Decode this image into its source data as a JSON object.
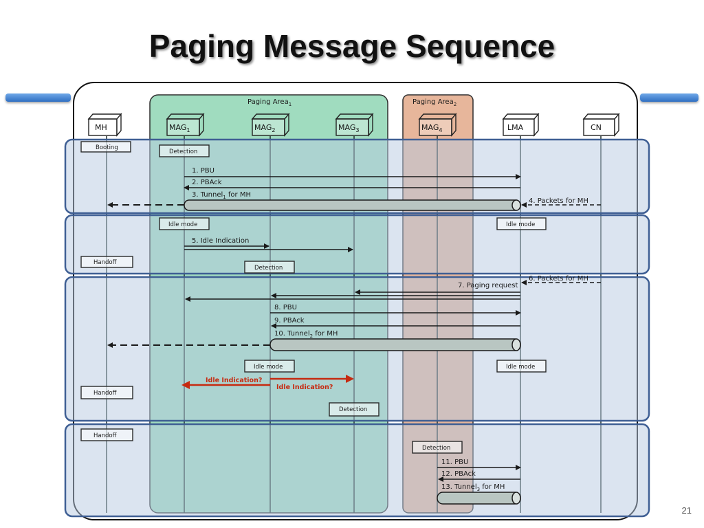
{
  "slide": {
    "title": "Paging Message Sequence",
    "page_number": "21"
  },
  "areas": {
    "paging_area_1": "Paging Area",
    "paging_area_1_sub": "1",
    "paging_area_2": "Paging Area",
    "paging_area_2_sub": "2"
  },
  "nodes": {
    "mh": "MH",
    "mag1": "MAG",
    "mag1_sub": "1",
    "mag2": "MAG",
    "mag2_sub": "2",
    "mag3": "MAG",
    "mag3_sub": "3",
    "mag4": "MAG",
    "mag4_sub": "4",
    "lma": "LMA",
    "cn": "CN"
  },
  "states": {
    "booting": "Booting",
    "detection": "Detection",
    "idle_mode": "Idle mode",
    "handoff": "Handoff"
  },
  "messages": {
    "m1": "1. PBU",
    "m2": "2. PBAck",
    "m3a": "3. Tunnel",
    "m3_sub": "1",
    "m3b": " for MH",
    "m4": "4. Packets for MH",
    "m5": "5. Idle Indication",
    "m6": "6. Packets for MH",
    "m7": "7. Paging request",
    "m8": "8. PBU",
    "m9": "9. PBAck",
    "m10a": "10. Tunnel",
    "m10_sub": "2",
    "m10b": " for MH",
    "idle_q1": "Idle Indication?",
    "idle_q2": "Idle Indication?",
    "m11": "11. PBU",
    "m12": "12. PBAck",
    "m13a": "13. Tunnel",
    "m13_sub": "3",
    "m13b": " for MH"
  },
  "colors": {
    "paging_area_1": "#8fd6b4",
    "paging_area_2": "#e3a98a",
    "phase_panel": "#b7c9e2",
    "phase_border": "#3f5f94",
    "accent_bar": "#2f6fc2",
    "red_arrow": "#c62a10"
  }
}
